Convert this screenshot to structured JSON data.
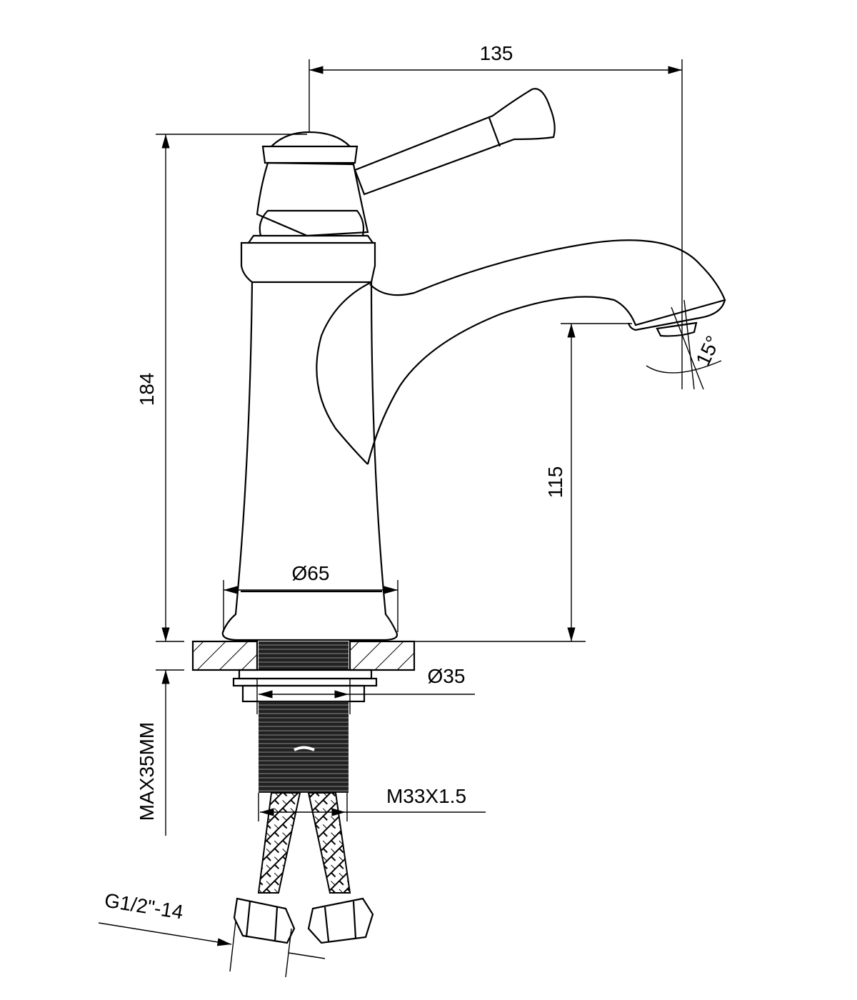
{
  "drawing": {
    "title": "Basin faucet dimension drawing",
    "dimensions": {
      "width_top": "135",
      "overall_height": "184",
      "spout_height": "115",
      "base_diameter": "Ø65",
      "shank_diameter": "Ø35",
      "thread": "M33X1.5",
      "max_counter_thickness": "MAX35MM",
      "hose_connection": "G1/2\"-14",
      "spout_angle": "15°"
    }
  }
}
